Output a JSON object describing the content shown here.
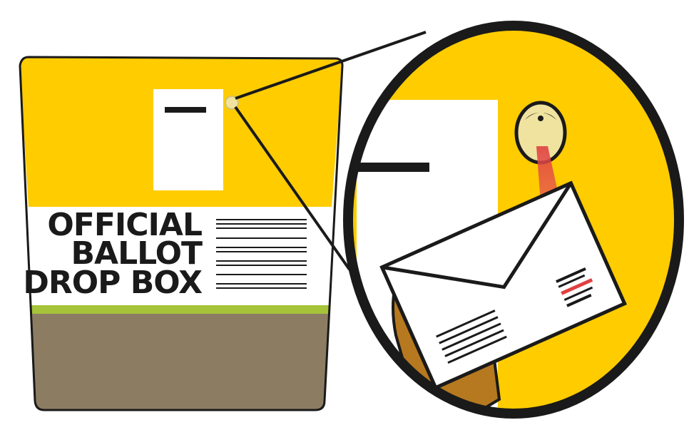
{
  "illustration": {
    "label_lines": [
      "OFFICIAL",
      "BALLOT",
      "DROP BOX"
    ],
    "colors": {
      "box_yellow": "#FFCC00",
      "box_white": "#FFFFFF",
      "stripe_green": "#A6C33A",
      "box_base": "#8C7D62",
      "outline": "#1A1A1A",
      "scanner_light": "#F0E3A0",
      "scan_beam": "#E04040",
      "hand": "#B7791F"
    },
    "icons": [
      "drop-box",
      "scanner-light",
      "envelope",
      "hand",
      "magnifier-circle"
    ]
  }
}
